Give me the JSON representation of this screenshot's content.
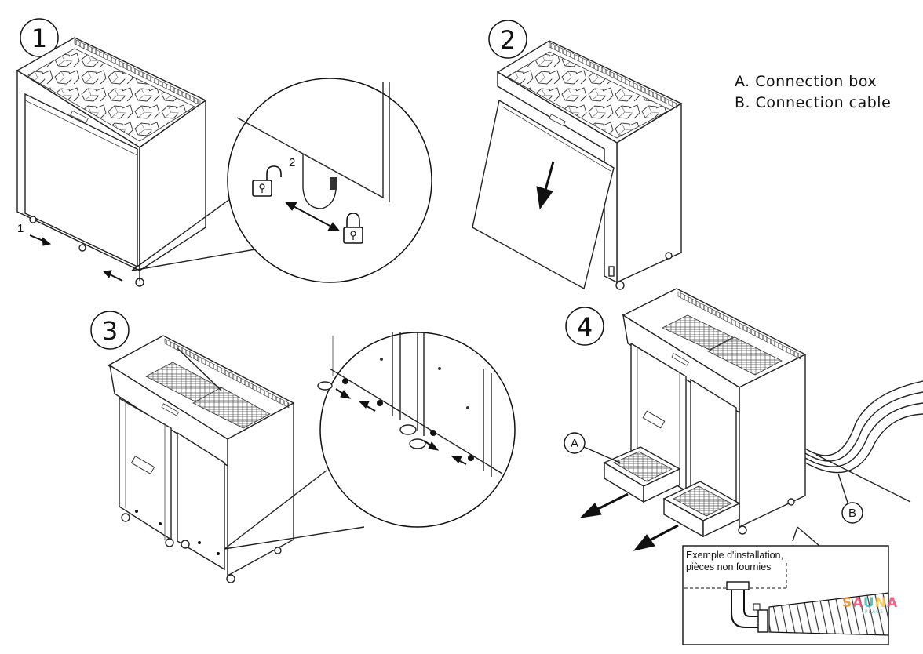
{
  "steps": {
    "s1": "1",
    "s2": "2",
    "s3": "3",
    "s4": "4"
  },
  "step1": {
    "leg_marker": "1",
    "lock_marker": "2"
  },
  "legend": {
    "a": "A. Connection box",
    "b": "B. Connection cable"
  },
  "callouts": {
    "a": "A",
    "b": "B"
  },
  "note": {
    "line1": "Exemple d'installation,",
    "line2": "pièces non fournies"
  },
  "logo": {
    "text": "SAUNA",
    "sub": "PLACE",
    "colors": [
      "#f28c28",
      "#e94e77",
      "#3fb8af",
      "#f6c343"
    ]
  },
  "icons": [
    "unlock-icon",
    "lock-icon",
    "double-arrow-icon",
    "down-arrow-icon",
    "arrow-icon"
  ]
}
